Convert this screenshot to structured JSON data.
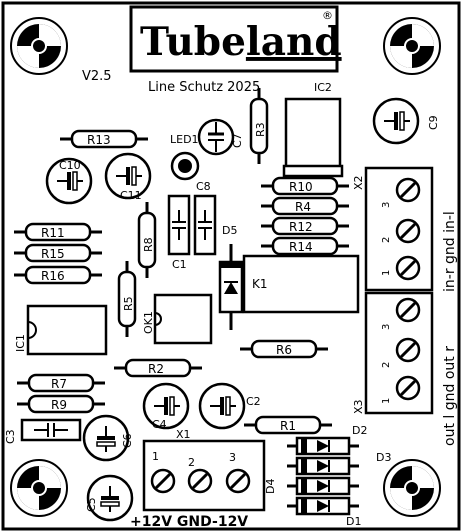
{
  "brand": {
    "name_plain": "Tube",
    "name_emph": "land",
    "reg_mark": "®"
  },
  "board": {
    "version": "V2.5",
    "credit": "Line Schutz 2025",
    "power_label": "+12V GND-12V"
  },
  "side_labels": {
    "right_top": "in-r gnd in-l",
    "right_bottom": "out l gnd out r"
  },
  "pin_labels": {
    "p1": "1",
    "p2": "2",
    "p3": "3"
  },
  "resistors": {
    "R1": "R1",
    "R2": "R2",
    "R3": "R3",
    "R4": "R4",
    "R5": "R5",
    "R6": "R6",
    "R7": "R7",
    "R8": "R8",
    "R9": "R9",
    "R10": "R10",
    "R11": "R11",
    "R12": "R12",
    "R13": "R13",
    "R14": "R14",
    "R15": "R15",
    "R16": "R16"
  },
  "capacitors": {
    "C1": "C1",
    "C2": "C2",
    "C3": "C3",
    "C4": "C4",
    "C5": "C5",
    "C6": "C6",
    "C7": "C7",
    "C8": "C8",
    "C9": "C9",
    "C10": "C10",
    "C11": "C11"
  },
  "other_parts": {
    "IC1": "IC1",
    "IC2": "IC2",
    "OK1": "OK1",
    "K1": "K1",
    "LED1": "LED1",
    "D1": "D1",
    "D2": "D2",
    "D3": "D3",
    "D4": "D4",
    "D5": "D5",
    "X1": "X1",
    "X2": "X2",
    "X3": "X3"
  }
}
